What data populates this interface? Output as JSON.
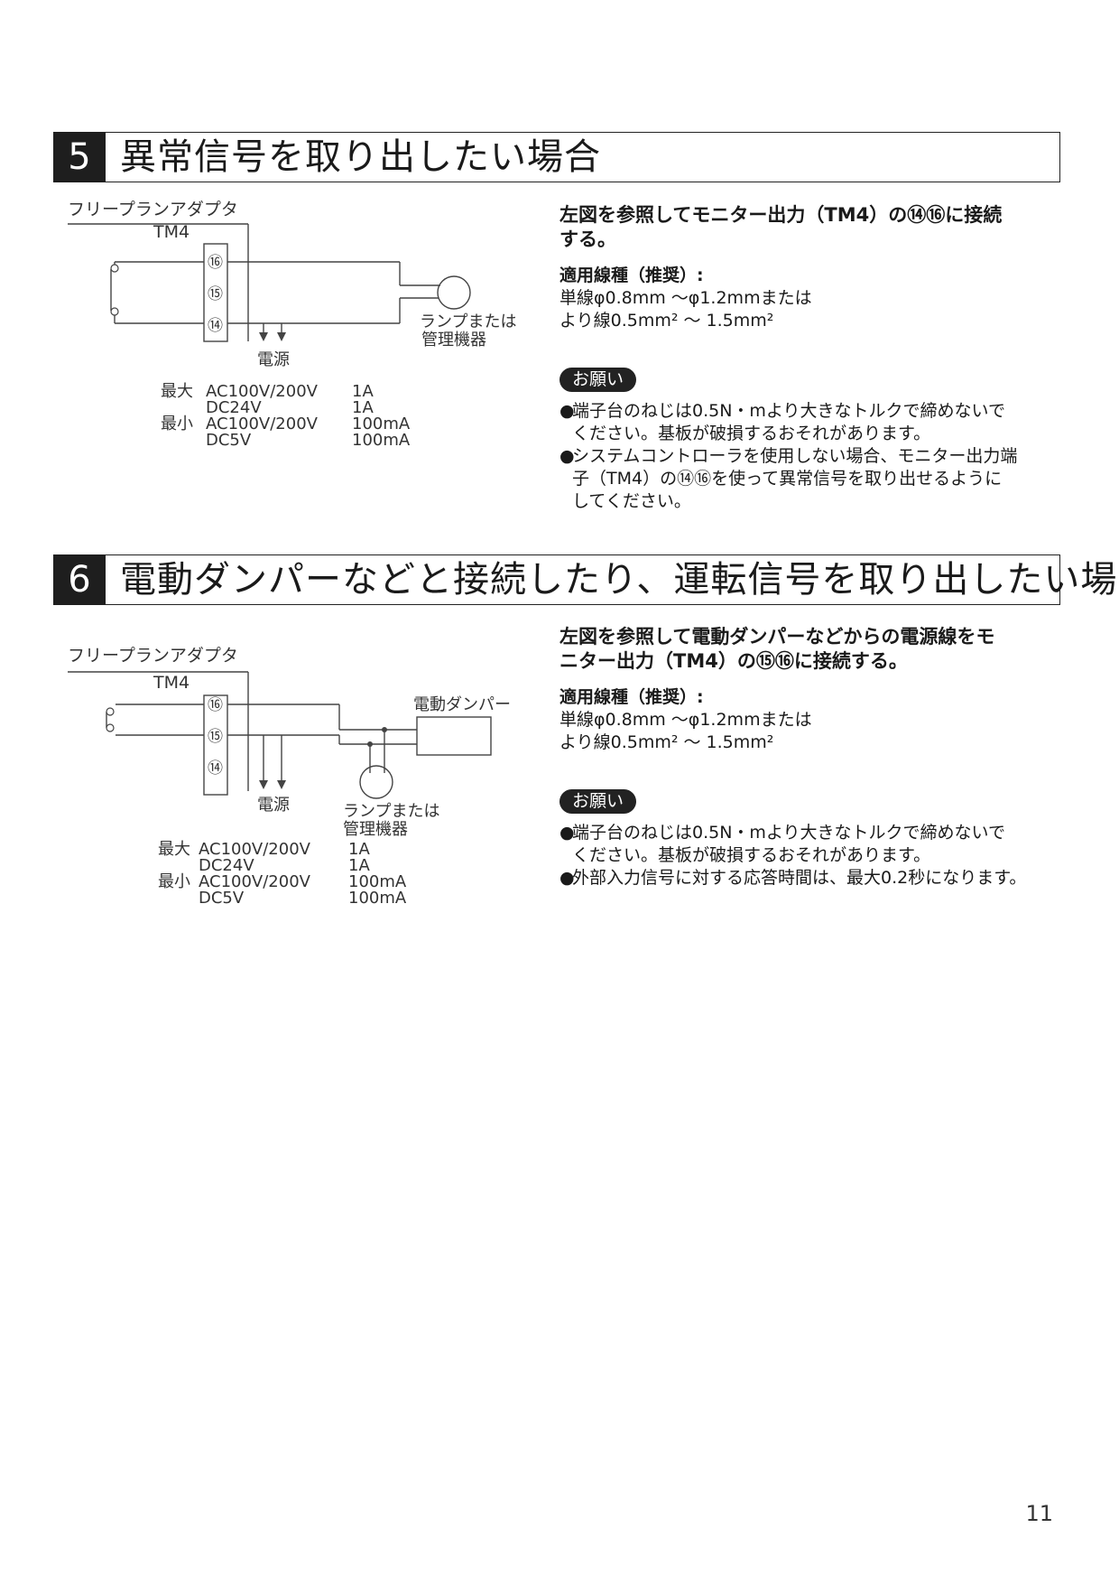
{
  "section5": {
    "number": "5",
    "title": "異常信号を取り出したい場合",
    "diagram": {
      "adapter_label": "フリープランアダプタ",
      "terminal_block": "TM4",
      "terminals": [
        "⑯",
        "⑮",
        "⑭"
      ],
      "lamp_label_1": "ランプまたは",
      "lamp_label_2": "管理機器",
      "power_label": "電源",
      "ratings": [
        {
          "kind": "最大",
          "source": "AC100V/200V",
          "value": "1A"
        },
        {
          "kind": "",
          "source": "DC24V",
          "value": "1A"
        },
        {
          "kind": "最小",
          "source": "AC100V/200V",
          "value": "100mA"
        },
        {
          "kind": "",
          "source": "DC5V",
          "value": "100mA"
        }
      ]
    },
    "lead_1": "左図を参照してモニター出力（TM4）の⑭⑯に接続",
    "lead_2": "する。",
    "spec_title": "適用線種（推奨）:",
    "spec_1": "単線φ0.8mm ～φ1.2mmまたは",
    "spec_2": "より線0.5mm² ～ 1.5mm²",
    "request_badge": "お願い",
    "note1_line1": "端子台のねじは0.5N・mより大きなトルクで締めないで",
    "note1_line2": "ください。基板が破損するおそれがあります。",
    "note2_line1": "システムコントローラを使用しない場合、モニター出力端",
    "note2_line2": "子（TM4）の⑭⑯を使って異常信号を取り出せるように",
    "note2_line3": "してください。"
  },
  "section6": {
    "number": "6",
    "title": "電動ダンパーなどと接続したり、運転信号を取り出したい場合",
    "diagram": {
      "adapter_label": "フリープランアダプタ",
      "terminal_block": "TM4",
      "terminals": [
        "⑯",
        "⑮",
        "⑭"
      ],
      "damper_label": "電動ダンパー",
      "lamp_label_1": "ランプまたは",
      "lamp_label_2": "管理機器",
      "power_label": "電源",
      "ratings": [
        {
          "kind": "最大",
          "source": "AC100V/200V",
          "value": "1A"
        },
        {
          "kind": "",
          "source": "DC24V",
          "value": "1A"
        },
        {
          "kind": "最小",
          "source": "AC100V/200V",
          "value": "100mA"
        },
        {
          "kind": "",
          "source": "DC5V",
          "value": "100mA"
        }
      ]
    },
    "lead_1": "左図を参照して電動ダンパーなどからの電源線をモ",
    "lead_2": "ニター出力（TM4）の⑮⑯に接続する。",
    "spec_title": "適用線種（推奨）:",
    "spec_1": "単線φ0.8mm ～φ1.2mmまたは",
    "spec_2": "より線0.5mm² ～ 1.5mm²",
    "request_badge": "お願い",
    "note1_line1": "端子台のねじは0.5N・mより大きなトルクで締めないで",
    "note1_line2": "ください。基板が破損するおそれがあります。",
    "note2_line1": "外部入力信号に対する応答時間は、最大0.2秒になります。"
  },
  "page_number": "11"
}
